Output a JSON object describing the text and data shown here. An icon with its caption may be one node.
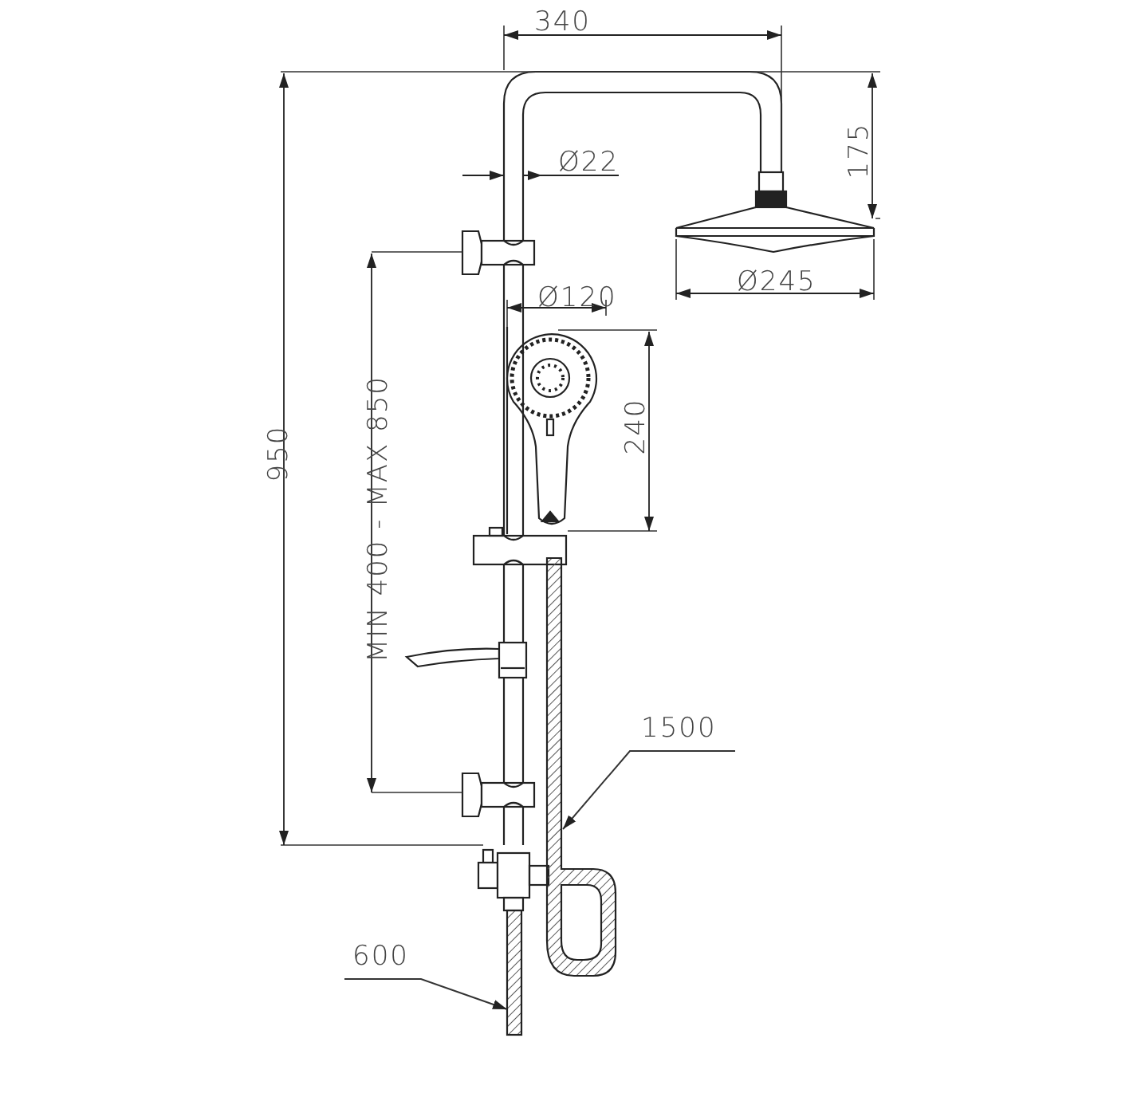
{
  "diagram": {
    "nodes": [
      {
        "text": [
          "1500"
        ]
      },
      {
        "text": [
          "600"
        ]
      }
    ],
    "edges": [
      {
        "from": 0,
        "to": null,
        "arrow": "to"
      },
      {
        "from": 1,
        "to": null,
        "arrow": "to"
      }
    ],
    "labels": [
      "340",
      "175",
      "Ø22",
      "Ø245",
      "Ø120",
      "240",
      "950",
      "MIN 400 - MAX 850"
    ]
  }
}
